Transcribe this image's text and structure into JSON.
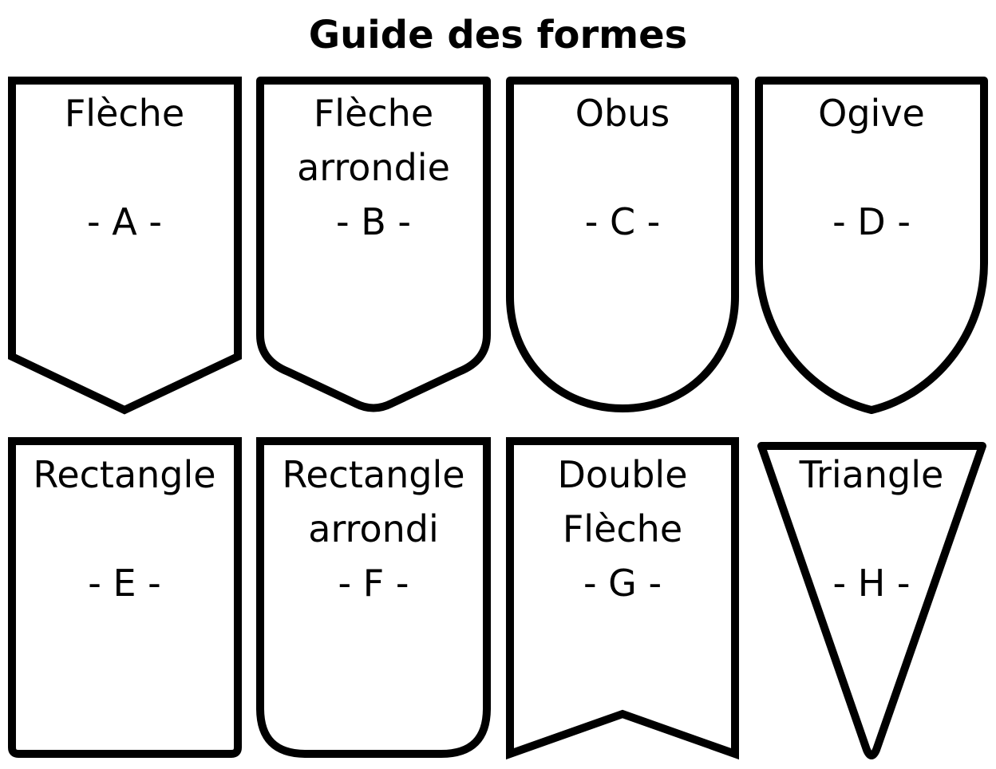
{
  "title": "Guide des formes",
  "shapes": [
    {
      "name_lines": [
        "Flèche"
      ],
      "letter": "- A -"
    },
    {
      "name_lines": [
        "Flèche",
        "arrondie"
      ],
      "letter": "- B -"
    },
    {
      "name_lines": [
        "Obus"
      ],
      "letter": "- C -"
    },
    {
      "name_lines": [
        "Ogive"
      ],
      "letter": "- D -"
    },
    {
      "name_lines": [
        "Rectangle"
      ],
      "letter": "- E -"
    },
    {
      "name_lines": [
        "Rectangle",
        "arrondi"
      ],
      "letter": "- F -"
    },
    {
      "name_lines": [
        "Double",
        "Flèche"
      ],
      "letter": "- G -"
    },
    {
      "name_lines": [
        "Triangle"
      ],
      "letter": "- H -"
    }
  ]
}
